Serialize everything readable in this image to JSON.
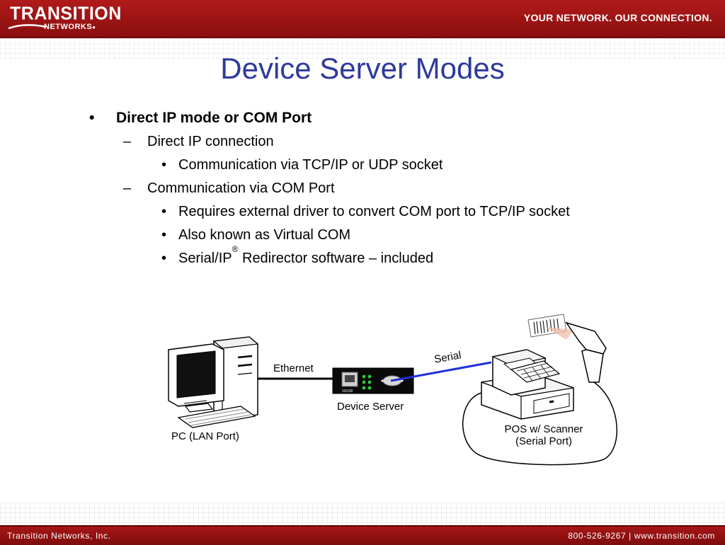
{
  "header": {
    "logo_main": "TRANSITION",
    "logo_sub": "NETWORKS",
    "tagline": "YOUR NETWORK. OUR CONNECTION."
  },
  "slide": {
    "title": "Device Server Modes",
    "bullets": [
      {
        "marker": "•",
        "text": "Direct IP mode or COM Port"
      }
    ],
    "sub": [
      {
        "marker": "–",
        "text": "Direct IP connection"
      },
      {
        "marker": "–",
        "text": "Communication via COM Port"
      }
    ],
    "subsub": [
      {
        "marker": "•",
        "text": "Communication via TCP/IP or UDP socket"
      },
      {
        "marker": "•",
        "text": "Requires external driver to convert COM port to TCP/IP socket"
      },
      {
        "marker": "•",
        "text": "Also known as Virtual COM"
      },
      {
        "marker": "•",
        "text_before": "Serial/IP",
        "sup": "®",
        "text_after": " Redirector software – included"
      }
    ]
  },
  "diagram": {
    "pc_label": "PC (LAN Port)",
    "ethernet_label": "Ethernet",
    "device_server_label": "Device Server",
    "port_label": "10/100",
    "serial_label": "Serial",
    "pos_label_line1": "POS w/ Scanner",
    "pos_label_line2": "(Serial Port)",
    "colors": {
      "ethernet": "#000000",
      "serial": "#1f2fd6",
      "title": "#2d3a9c",
      "header": "#a51616"
    }
  },
  "footer": {
    "company": "Transition Networks, Inc.",
    "contact": "800-526-9267 | www.transition.com"
  }
}
